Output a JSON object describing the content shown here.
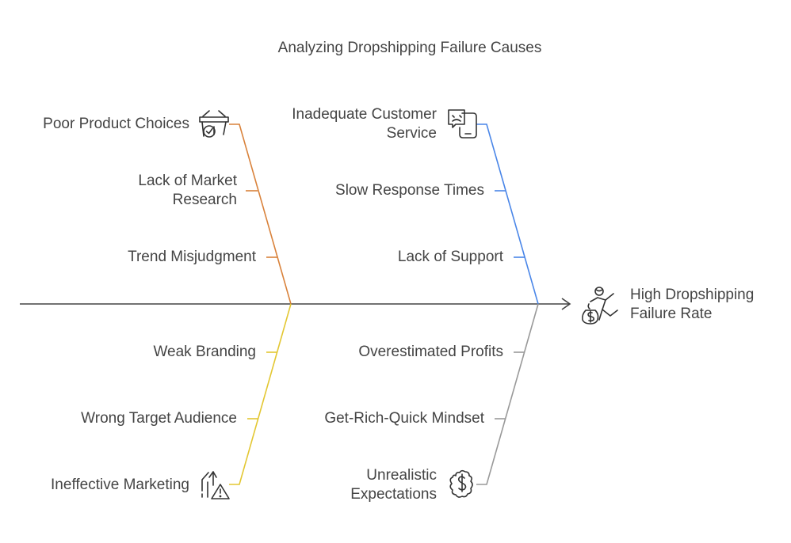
{
  "title": "Analyzing Dropshipping Failure Causes",
  "effect": {
    "line1": "High Dropshipping",
    "line2": "Failure Rate",
    "icon": "dropshipping-failure-icon"
  },
  "branches": {
    "product": {
      "color": "#D9823B",
      "head": {
        "text": "Poor Product Choices",
        "icon": "shopping-basket-icon"
      },
      "items": [
        "Lack of Market",
        "Research",
        "Trend Misjudgment"
      ]
    },
    "service": {
      "color": "#4A86E8",
      "head": {
        "line1": "Inadequate Customer",
        "line2": "Service",
        "icon": "phone-chat-icon"
      },
      "items": [
        "Slow Response Times",
        "Lack of Support"
      ]
    },
    "marketing": {
      "color": "#E3C732",
      "head": {
        "text": "Ineffective Marketing",
        "icon": "marketing-warning-icon"
      },
      "items": [
        "Weak Branding",
        "Wrong Target Audience"
      ]
    },
    "expectations": {
      "color": "#999999",
      "head": {
        "line1": "Unrealistic",
        "line2": "Expectations",
        "icon": "money-stress-icon"
      },
      "items": [
        "Overestimated Profits",
        "Get-Rich-Quick Mindset"
      ]
    }
  }
}
